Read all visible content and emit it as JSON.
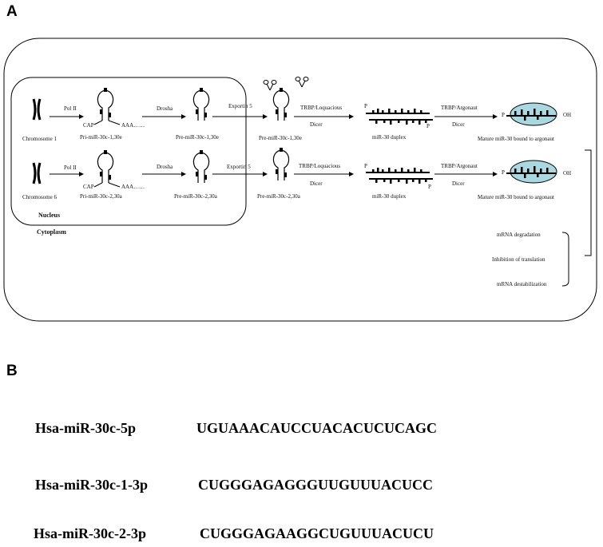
{
  "panel_a": {
    "letter": "A",
    "nucleus_label": "Nucleus",
    "cytoplasm_label": "Cytoplasm",
    "row1": {
      "chromosome": "Chromosome 1",
      "enzyme1": "Pol II",
      "cap": "CAP",
      "polya": "AAA……",
      "pri": "Pri-miR-30c-1,30e",
      "enzyme2": "Drosha",
      "pre_nuclear": "Pre-miR-30c-1,30e",
      "exporter": "Exportin  5",
      "pre_cyto": "Pre-miR-30c-1,30e",
      "step1_top": "TRBP/Loquacious",
      "step1_bottom": "Dicer",
      "p5": "P",
      "p3": "P",
      "duplex": "miR-30 duplex",
      "step2_top": "TRBP/Argonaut",
      "step2_bottom": "Dicer",
      "p_mature": "P",
      "oh": "OH",
      "mature": "Mature miR-30 bound to argonaut"
    },
    "row2": {
      "chromosome": "Chromosome 6",
      "enzyme1": "Pol  II",
      "cap": "CAP",
      "polya": "AAA……",
      "pri": "Pri-miR-30c-2,30a",
      "enzyme2": "Drosha",
      "pre_nuclear": "Pre-miR-30c-2,30a",
      "exporter": "Exportin  5",
      "pre_cyto": "Pre-miR-30c-2,30a",
      "step1_top": "TRBP/Loquacious",
      "step1_bottom": "Dicer",
      "p5": "P",
      "p3": "P",
      "duplex": "miR-30 duplex",
      "step2_top": "TRBP/Argonaut",
      "step2_bottom": "Dicer",
      "p_mature": "P",
      "oh": "OH",
      "mature": "Mature miR-30 bound to argonaut"
    },
    "outcomes": [
      "mRNA degradation",
      "Inhibition of translation",
      "mRNA destabilization"
    ],
    "colors": {
      "argonaut_fill": "#a8d8e0",
      "line": "#000000"
    }
  },
  "panel_b": {
    "letter": "B",
    "sequences": [
      {
        "name": "Hsa-miR-30c-5p",
        "seq": "UGUAAACAUCCUACACUCUCAGC"
      },
      {
        "name": "Hsa-miR-30c-1-3p",
        "seq": "CUGGGAGAGGGUUGUUUACUCC"
      },
      {
        "name": "Hsa-miR-30c-2-3p",
        "seq": "CUGGGAGAAGGCUGUUUACUCU"
      }
    ]
  }
}
